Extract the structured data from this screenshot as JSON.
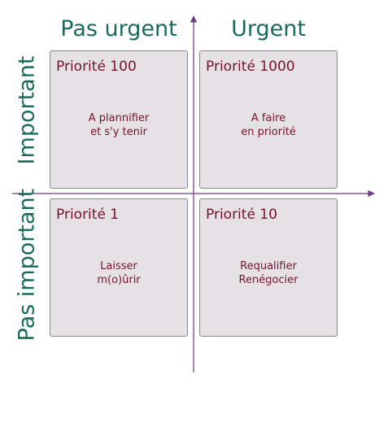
{
  "columns": {
    "left": "Pas urgent",
    "right": "Urgent"
  },
  "rows": {
    "top": "Important",
    "bottom": "Pas important"
  },
  "quadrants": {
    "top_left": {
      "title": "Priorité 100",
      "lines": [
        "A plannifier",
        "et s'y tenir"
      ]
    },
    "top_right": {
      "title": "Priorité 1000",
      "lines": [
        "A faire",
        "en priorité"
      ]
    },
    "bottom_left": {
      "title": "Priorité 1",
      "lines": [
        "Laisser",
        "m(o)ûrir"
      ]
    },
    "bottom_right": {
      "title": "Priorité 10",
      "lines": [
        "Requalifier",
        "Renégocier"
      ]
    }
  },
  "colors": {
    "header": "#1a6b5c",
    "quadrant_text": "#7a1030",
    "quadrant_fill": "#e5e1e4",
    "axis": "#6a3a8a"
  }
}
